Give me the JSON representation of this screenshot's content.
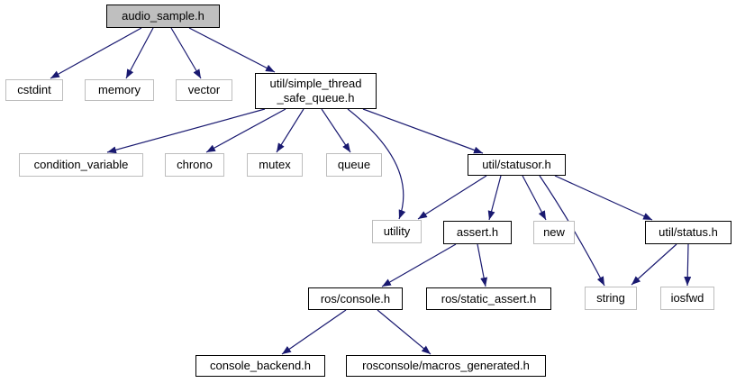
{
  "diagram": {
    "type": "include-dependency-graph",
    "root_file": "audio_sample.h",
    "colors": {
      "background": "#ffffff",
      "edge": "#191970",
      "node_fill": "#ffffff",
      "root_fill": "#bfbfbf",
      "linked_border": "#000000",
      "system_border": "#bdbdbd",
      "text": "#000000"
    },
    "nodes": [
      {
        "id": "audio_sample",
        "label": "audio_sample.h",
        "kind": "root"
      },
      {
        "id": "cstdint",
        "label": "cstdint",
        "kind": "system"
      },
      {
        "id": "memory",
        "label": "memory",
        "kind": "system"
      },
      {
        "id": "vector",
        "label": "vector",
        "kind": "system"
      },
      {
        "id": "simple_thread_safe_queue",
        "label": "util/simple_thread\n_safe_queue.h",
        "kind": "linked"
      },
      {
        "id": "condition_variable",
        "label": "condition_variable",
        "kind": "system"
      },
      {
        "id": "chrono",
        "label": "chrono",
        "kind": "system"
      },
      {
        "id": "mutex",
        "label": "mutex",
        "kind": "system"
      },
      {
        "id": "queue",
        "label": "queue",
        "kind": "system"
      },
      {
        "id": "statusor",
        "label": "util/statusor.h",
        "kind": "linked"
      },
      {
        "id": "utility",
        "label": "utility",
        "kind": "system"
      },
      {
        "id": "assert",
        "label": "assert.h",
        "kind": "linked"
      },
      {
        "id": "new",
        "label": "new",
        "kind": "system"
      },
      {
        "id": "status",
        "label": "util/status.h",
        "kind": "linked"
      },
      {
        "id": "ros_console",
        "label": "ros/console.h",
        "kind": "linked"
      },
      {
        "id": "ros_static_assert",
        "label": "ros/static_assert.h",
        "kind": "linked"
      },
      {
        "id": "string",
        "label": "string",
        "kind": "system"
      },
      {
        "id": "iosfwd",
        "label": "iosfwd",
        "kind": "system"
      },
      {
        "id": "console_backend",
        "label": "console_backend.h",
        "kind": "linked"
      },
      {
        "id": "macros_generated",
        "label": "rosconsole/macros_generated.h",
        "kind": "linked"
      }
    ],
    "edges": [
      {
        "from": "audio_sample",
        "to": "cstdint"
      },
      {
        "from": "audio_sample",
        "to": "memory"
      },
      {
        "from": "audio_sample",
        "to": "vector"
      },
      {
        "from": "audio_sample",
        "to": "simple_thread_safe_queue"
      },
      {
        "from": "simple_thread_safe_queue",
        "to": "condition_variable"
      },
      {
        "from": "simple_thread_safe_queue",
        "to": "chrono"
      },
      {
        "from": "simple_thread_safe_queue",
        "to": "mutex"
      },
      {
        "from": "simple_thread_safe_queue",
        "to": "queue"
      },
      {
        "from": "simple_thread_safe_queue",
        "to": "utility"
      },
      {
        "from": "simple_thread_safe_queue",
        "to": "statusor"
      },
      {
        "from": "statusor",
        "to": "utility"
      },
      {
        "from": "statusor",
        "to": "assert"
      },
      {
        "from": "statusor",
        "to": "new"
      },
      {
        "from": "statusor",
        "to": "string"
      },
      {
        "from": "statusor",
        "to": "status"
      },
      {
        "from": "assert",
        "to": "ros_console"
      },
      {
        "from": "assert",
        "to": "ros_static_assert"
      },
      {
        "from": "status",
        "to": "string"
      },
      {
        "from": "status",
        "to": "iosfwd"
      },
      {
        "from": "ros_console",
        "to": "console_backend"
      },
      {
        "from": "ros_console",
        "to": "macros_generated"
      }
    ]
  }
}
